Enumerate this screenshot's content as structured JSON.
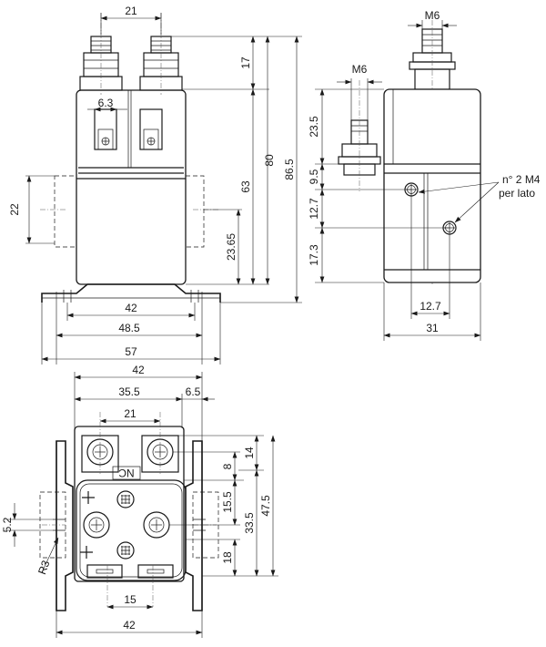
{
  "front_view": {
    "dims": {
      "terminal_spacing": "21",
      "tab_width": "6.3",
      "bracket_slot": "22",
      "stud_height": "17",
      "mount_hole_height": "23.65",
      "body_height": "63",
      "height_to_studs": "80",
      "overall_height": "86.5",
      "slot_spacing": "42",
      "bracket_width": "48.5",
      "overall_width": "57"
    }
  },
  "side_view": {
    "dims": {
      "stud_label": "M6",
      "coil_stud_label": "M6",
      "top_section": "23.5",
      "to_first_hole": "9.5",
      "hole_spacing_v": "12.7",
      "bottom_section": "17.3",
      "hole_spacing_h": "12.7",
      "depth": "31"
    },
    "note_line1": "n° 2 M4",
    "note_line2": "per lato"
  },
  "top_view": {
    "dims": {
      "overall_width": "42",
      "left_to_terminal": "35.5",
      "right_offset": "6.5",
      "terminal_spacing": "21",
      "terminal_to_center": "8",
      "terminal_height": "14",
      "coil_spacing": "15.5",
      "center_to_bottom": "33.5",
      "overall_depth": "47.5",
      "bottom_section": "18",
      "slot_width": "5.2",
      "radius": "R3",
      "tab_spacing": "15",
      "bracket_width": "42"
    },
    "marking": "NC"
  }
}
